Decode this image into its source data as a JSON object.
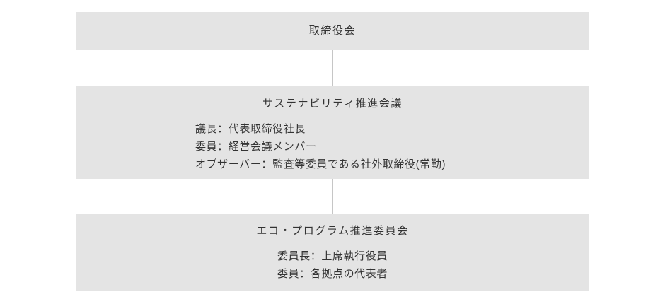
{
  "diagram": {
    "background_color": "#ffffff",
    "box_fill_color": "#e4e4e4",
    "text_color": "#333333",
    "connector_color": "#c6c6c6",
    "nodes": [
      {
        "id": "board",
        "title": "取締役会",
        "details": []
      },
      {
        "id": "sustainability",
        "title": "サステナビリティ推進会議",
        "details": [
          "議長：代表取締役社長",
          "委員：経営会議メンバー",
          "オブザーバー：監査等委員である社外取締役(常勤)"
        ]
      },
      {
        "id": "eco",
        "title": "エコ・プログラム推進委員会",
        "details": [
          "委員長：上席執行役員",
          "委員：各拠点の代表者"
        ]
      }
    ]
  }
}
